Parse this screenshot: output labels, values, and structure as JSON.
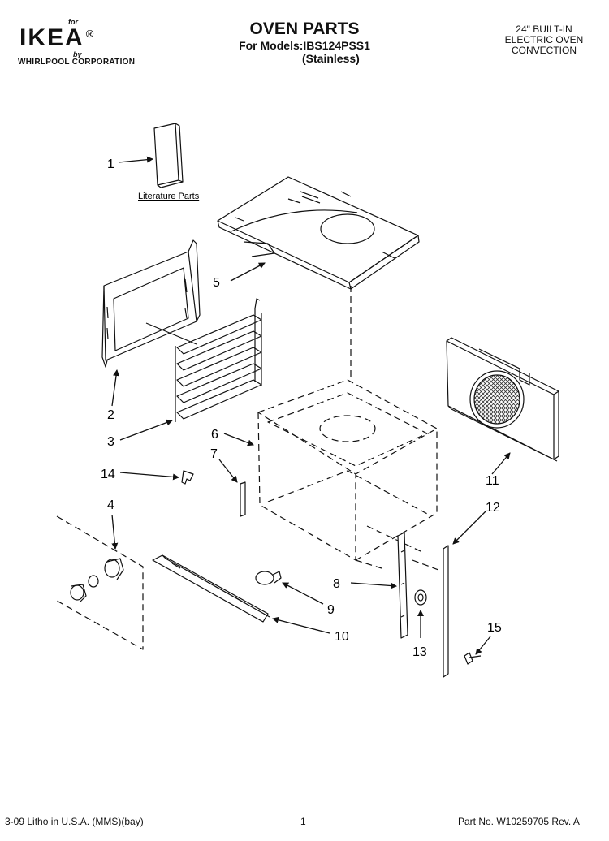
{
  "header": {
    "brand_for": "for",
    "brand": "IKEA",
    "brand_reg": "®",
    "brand_by": "by",
    "brand_company": "WHIRLPOOL CORPORATION",
    "title": "OVEN PARTS",
    "models": "For Models:IBS124PSS1",
    "finish": "(Stainless)",
    "product_line1": "24\" BUILT-IN",
    "product_line2": "ELECTRIC OVEN",
    "product_line3": "CONVECTION"
  },
  "diagram": {
    "literature_label": "Literature Parts",
    "callouts": [
      "1",
      "2",
      "3",
      "4",
      "5",
      "6",
      "7",
      "8",
      "9",
      "10",
      "11",
      "12",
      "13",
      "14",
      "15"
    ]
  },
  "footer": {
    "litho": "3-09 Litho in U.S.A. (MMS)(bay)",
    "page": "1",
    "part_no": "Part No. W10259705 Rev. A"
  }
}
